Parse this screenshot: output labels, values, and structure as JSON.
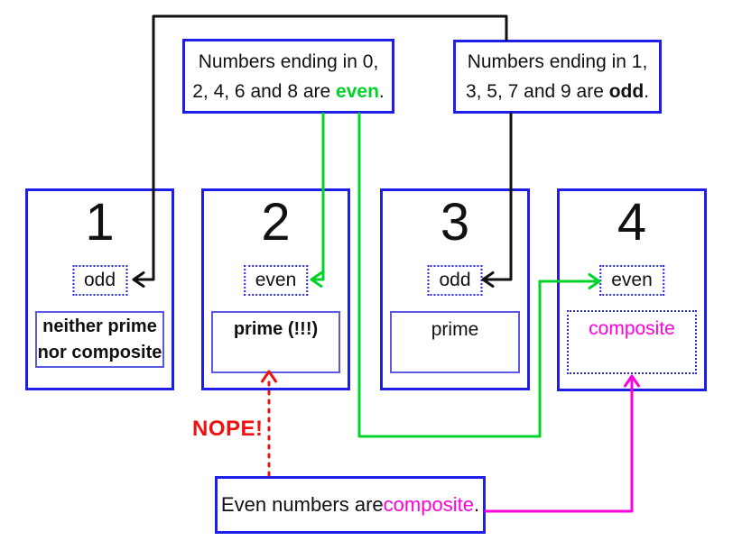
{
  "colors": {
    "box_blue": "#1e1ee6",
    "inner_box_blue": "#5a5ae0",
    "dotted_box_blue": "#2a2ad9",
    "green": "#00d42a",
    "magenta": "#ff00dd",
    "red": "#ee1111",
    "line_black": "#111111"
  },
  "rules": {
    "even": {
      "line1": "Numbers ending in 0,",
      "line2_prefix": "2, 4, 6 and 8 are ",
      "highlight": "even",
      "suffix": "."
    },
    "odd": {
      "line1": "Numbers ending in 1,",
      "line2_prefix": "3, 5, 7 and 9 are ",
      "highlight": "odd",
      "suffix": "."
    }
  },
  "cards": [
    {
      "number": "1",
      "parity": "odd",
      "class_line1": "neither prime",
      "class_line2": "nor composite"
    },
    {
      "number": "2",
      "parity": "even",
      "classification": "prime (!!!)"
    },
    {
      "number": "3",
      "parity": "odd",
      "classification": "prime"
    },
    {
      "number": "4",
      "parity": "even",
      "classification": "composite"
    }
  ],
  "bottom_note": {
    "prefix": "Even numbers are ",
    "highlight": "composite",
    "suffix": "."
  },
  "nope_label": "NOPE!",
  "arrows": [
    {
      "name": "odd-rule-to-card1-odd",
      "color": "black",
      "style": "solid"
    },
    {
      "name": "odd-rule-to-card3-odd",
      "color": "black",
      "style": "solid"
    },
    {
      "name": "even-rule-to-card2-even",
      "color": "green",
      "style": "solid"
    },
    {
      "name": "even-rule-to-card4-even",
      "color": "green",
      "style": "solid"
    },
    {
      "name": "bottom-note-to-card4-composite",
      "color": "magenta",
      "style": "solid"
    },
    {
      "name": "bottom-note-to-card2-prime-rejected",
      "color": "red",
      "style": "dashed"
    }
  ]
}
